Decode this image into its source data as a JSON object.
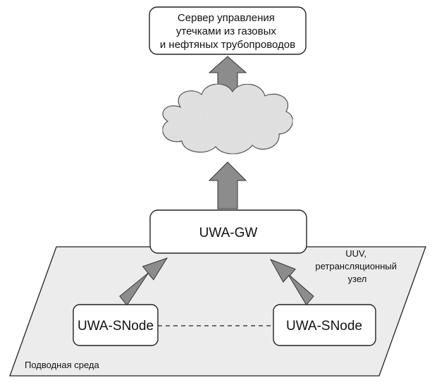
{
  "server": {
    "lines": [
      "Сервер управления",
      "утечками из газовых",
      "и нефтяных трубопроводов"
    ]
  },
  "gateway": {
    "label": "UWA-GW"
  },
  "nodes": [
    {
      "label": "UWA-SNode"
    },
    {
      "label": "UWA-SNode"
    }
  ],
  "relay_label": {
    "lines": [
      "UUV,",
      "ретрансляционный",
      "узел"
    ]
  },
  "environment_label": "Подводная среда",
  "colors": {
    "arrow_fill": "#8c8c8c",
    "cloud_fill": "#e6e6e6",
    "environment_fill": "#ececec",
    "stroke": "#222222",
    "box_fill": "#ffffff"
  }
}
